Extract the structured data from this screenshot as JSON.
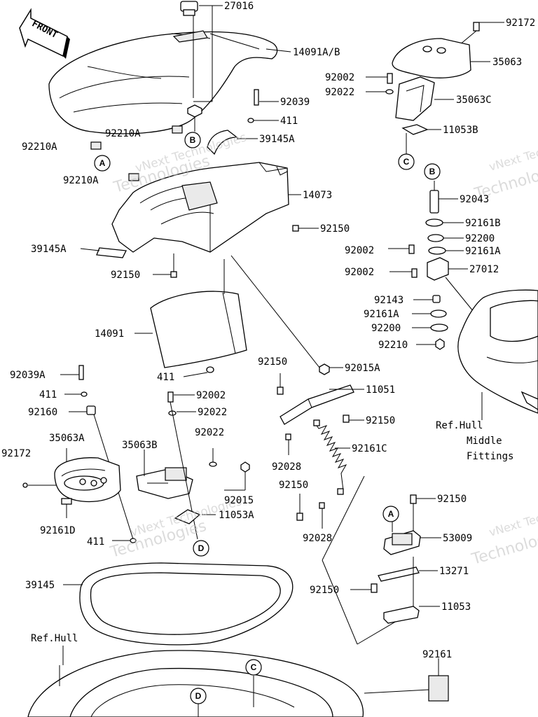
{
  "front_label": "FRONT",
  "watermark": {
    "vnext": "vNext Technologies",
    "technologies": "Technologies",
    "vnext_cut": "vNext Tec"
  },
  "labels": {
    "l27016": "27016",
    "l14091ab": "14091A/B",
    "l92039": "92039",
    "l411a": "411",
    "l39145a": "39145A",
    "l92210a_1": "92210A",
    "l92210a_2": "92210A",
    "l92210a_3": "92210A",
    "l14073": "14073",
    "l92150a": "92150",
    "l39145a_b": "39145A",
    "l92150b": "92150",
    "l14091": "14091",
    "l411b": "411",
    "l92039a": "92039A",
    "l411c": "411",
    "l92160": "92160",
    "l92002a": "92002",
    "l92022a": "92022",
    "l35063a": "35063A",
    "l35063b": "35063B",
    "l92022b": "92022",
    "l92172a": "92172",
    "l92015": "92015",
    "l11053a": "11053A",
    "l92161d": "92161D",
    "l411d": "411",
    "l92150c": "92150",
    "l92015a": "92015A",
    "l11051": "11051",
    "l92150d": "92150",
    "l92161c": "92161C",
    "l92028a": "92028",
    "l92150e": "92150",
    "l92028b": "92028",
    "l92172b": "92172",
    "l35063": "35063",
    "l92002b": "92002",
    "l92022c": "92022",
    "l35063c": "35063C",
    "l11053b": "11053B",
    "l92043": "92043",
    "l92161b": "92161B",
    "l92200a": "92200",
    "l92002c": "92002",
    "l92161a_1": "92161A",
    "l92002d": "92002",
    "l27012": "27012",
    "l92143": "92143",
    "l92161a_2": "92161A",
    "l92200b": "92200",
    "l92210": "92210",
    "l92150f": "92150",
    "l53009": "53009",
    "l13271": "13271",
    "l92150g": "92150",
    "l11053": "11053",
    "l39145": "39145",
    "l92161": "92161"
  },
  "refs": {
    "hull_middle_1": "Ref.Hull",
    "hull_middle_2": "Middle",
    "hull_middle_3": "Fittings",
    "hull_bottom": "Ref.Hull"
  },
  "callouts": {
    "a": "A",
    "b": "B",
    "c": "C",
    "d": "D"
  }
}
